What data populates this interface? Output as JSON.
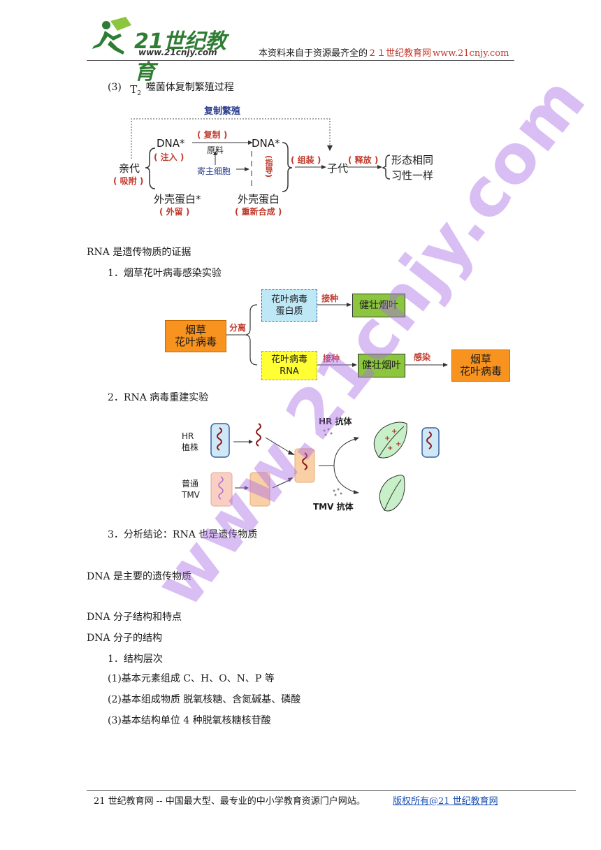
{
  "header": {
    "logo_main": "21世纪教育",
    "logo_url": "www.21cnjy.com",
    "tagline_prefix": "本资料来自于资源最齐全的",
    "tagline_site": "２１世纪教育网",
    "tagline_url": "www.21cnjy.com"
  },
  "section_t2": {
    "label": "(3)",
    "t_symbol": "T",
    "t_sub": "2",
    "title": "噬菌体复制繁殖过程",
    "diagram": {
      "top_loop": "复制繁殖",
      "parent": "亲代",
      "adsorb": "( 吸附 )",
      "dna_star": "DNA*",
      "inject": "( 注入 )",
      "replicate": "( 复制 )",
      "raw": "原料",
      "host": "寄主细胞",
      "dna_star2": "DNA*",
      "guide": "(指导)",
      "coat1": "外壳蛋白*",
      "stay": "( 外留 )",
      "coat2": "外壳蛋白",
      "resynth": "( 重新合成 )",
      "assemble": "( 组装 )",
      "child": "子代",
      "release": "( 释放 )",
      "same1": "形态相同",
      "same2": "习性一样"
    }
  },
  "rna_title": "RNA 是遗传物质的证据",
  "exp1": {
    "title": "1．烟草花叶病毒感染实验",
    "tmv": "烟草\n花叶病毒",
    "separate": "分离",
    "protein": "花叶病毒\n蛋白质",
    "rna": "花叶病毒\nRNA",
    "inoculate1": "接种",
    "inoculate2": "接种",
    "healthy1": "健壮烟叶",
    "healthy2": "健壮烟叶",
    "infect": "感染",
    "result": "烟草\n花叶病毒"
  },
  "exp2": {
    "title": "2．RNA 病毒重建实验",
    "hr_label": "HR\n植株",
    "tmv_label": "普通\nTMV",
    "hr_antibody": "HR 抗体",
    "tmv_antibody": "TMV 抗体"
  },
  "conclusion": "3．分析结论：RNA 也是遗传物质",
  "dna_main": "DNA 是主要的遗传物质",
  "dna_struct_title": "DNA 分子结构和特点",
  "dna_struct_sub": "DNA 分子的结构",
  "levels": {
    "title": "1．结构层次",
    "items": [
      "(1)基本元素组成 C、H、O、N、P 等",
      "(2)基本组成物质 脱氧核糖、含氮碱基、磷酸",
      "(3)基本结构单位 4 种脱氧核糖核苷酸"
    ]
  },
  "footer": {
    "left": "21 世纪教育网 -- 中国最大型、最专业的中小学教育资源门户网站。",
    "right": "版权所有@21 世纪教育网"
  },
  "watermark": "www.21cnjy.com",
  "colors": {
    "orange": "#f7931e",
    "light_blue": "#bfe8f7",
    "yellow": "#ffff33",
    "green": "#8cc63f",
    "red_label": "#c0392b",
    "watermark": "#aa6ee6"
  }
}
